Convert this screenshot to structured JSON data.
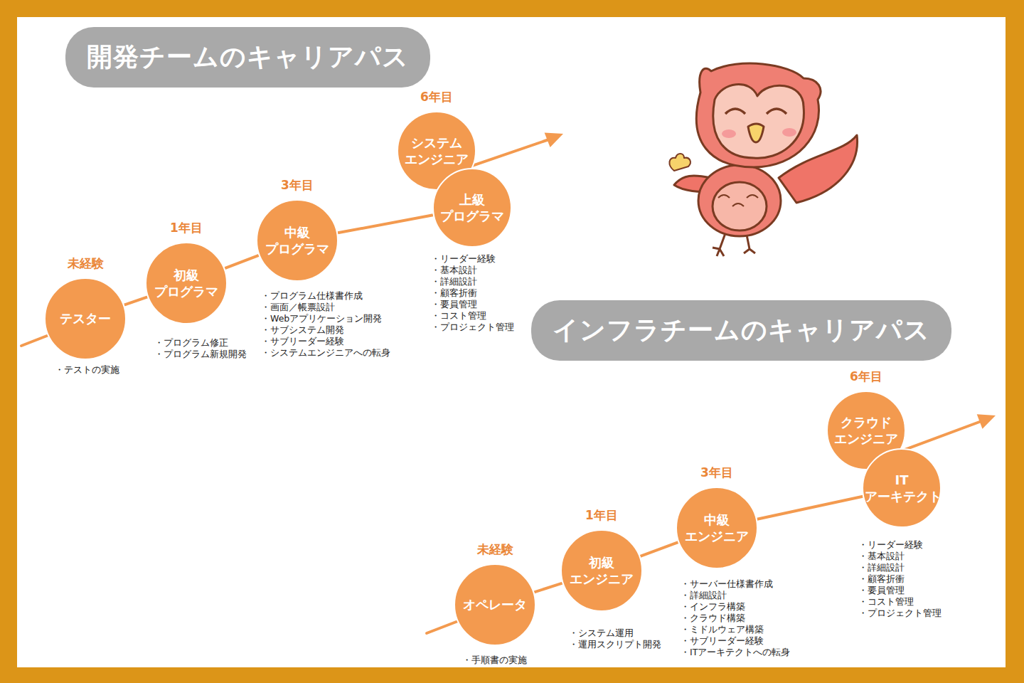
{
  "diagram": {
    "nodes": [
      {
        "text": [
          "開発チームのキャリアパス"
        ]
      },
      {
        "text": [
          "未経験",
          "テスター",
          "・テストの実施"
        ]
      },
      {
        "text": [
          "1年目",
          "初級 プログラマ",
          "・プログラム修正",
          "・プログラム新規開発"
        ]
      },
      {
        "text": [
          "3年目",
          "中級 プログラマ",
          "・プログラム仕様書作成",
          "・画面／帳票設計",
          "・Webアプリケーション開発",
          "・サブシステム開発",
          "・サブリーダー経験",
          "・システムエンジニアへの転身"
        ]
      },
      {
        "text": [
          "6年目",
          "システム エンジニア"
        ]
      },
      {
        "text": [
          "上級 プログラマ",
          "・リーダー経験",
          "・基本設計",
          "・詳細設計",
          "・顧客折衝",
          "・要員管理",
          "・コスト管理",
          "・プロジェクト管理"
        ]
      },
      {
        "text": [
          "インフラチームのキャリアパス"
        ]
      },
      {
        "text": [
          "未経験",
          "オペレータ",
          "・手順書の実施"
        ]
      },
      {
        "text": [
          "1年目",
          "初級 エンジニア",
          "・システム運用",
          "・運用スクリプト開発"
        ]
      },
      {
        "text": [
          "3年目",
          "中級 エンジニア",
          "・サーバー仕様書作成",
          "・詳細設計",
          "・インフラ構築",
          "・クラウド構築",
          "・ミドルウェア構築",
          "・サブリーダー経験",
          "・ITアーキテクトへの転身"
        ]
      },
      {
        "text": [
          "6年目",
          "クラウド エンジニア"
        ]
      },
      {
        "text": [
          "IT アーキテクト",
          "・リーダー経験",
          "・基本設計",
          "・詳細設計",
          "・顧客折衝",
          "・要員管理",
          "・コスト管理",
          "・プロジェクト管理"
        ]
      }
    ],
    "edges": [
      {
        "from": 1,
        "to": 2,
        "arrow": "none"
      },
      {
        "from": 2,
        "to": 3,
        "arrow": "none"
      },
      {
        "from": 3,
        "to": 5,
        "arrow": "none"
      },
      {
        "from": 7,
        "to": 8,
        "arrow": "none"
      },
      {
        "from": 8,
        "to": 9,
        "arrow": "none"
      },
      {
        "from": 9,
        "to": 11,
        "arrow": "none"
      }
    ]
  }
}
